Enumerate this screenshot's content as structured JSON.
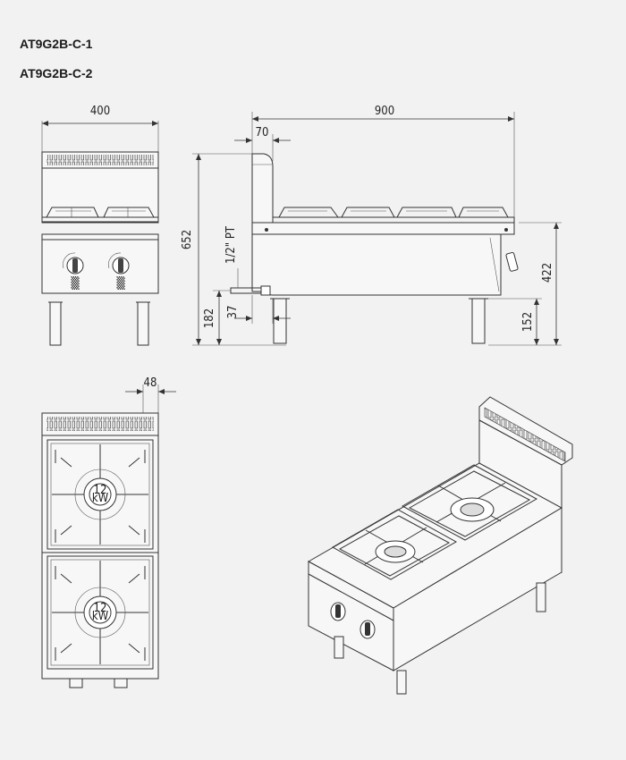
{
  "models": [
    "AT9G2B-C-1",
    "AT9G2B-C-2"
  ],
  "dimensions": {
    "front_width": "400",
    "side_depth": "900",
    "back_splash": "70",
    "total_height": "652",
    "pipe": "1/2\" PT",
    "pipe_depth": "37",
    "pipe_height": "182",
    "work_height": "422",
    "leg_height": "152",
    "top_offset": "48"
  },
  "burner_labels": [
    {
      "power": "12",
      "unit": "kW"
    },
    {
      "power": "12",
      "unit": "kW"
    }
  ]
}
